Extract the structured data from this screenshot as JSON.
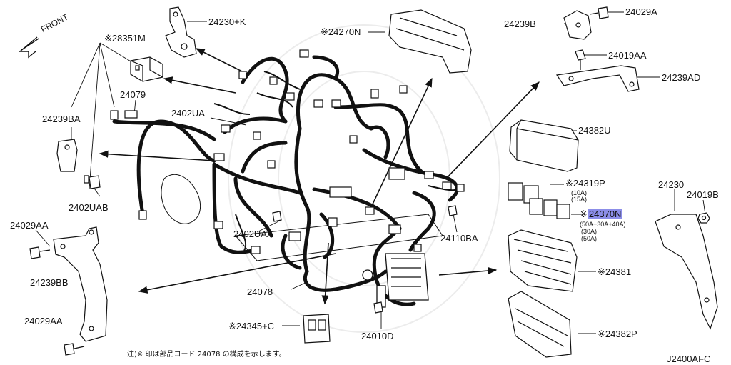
{
  "diagram": {
    "front_label": "FRONT",
    "note": "注)※ 印は部品コード 24078 の構成を示します。",
    "drawing_code": "J2400AFC",
    "labels": {
      "p24230K": "24230+K",
      "p28351M": "※28351M",
      "p24079": "24079",
      "p24239BA": "24239BA",
      "p2402UA": "2402UA",
      "p2402UAB": "2402UAB",
      "p24029AA_1": "24029AA",
      "p24239BB": "24239BB",
      "p24029AA_2": "24029AA",
      "p2402UAA": "2402UAA",
      "p24078": "24078",
      "p24345C": "※24345+C",
      "p24010D": "24010D",
      "p24270N": "※24270N",
      "p24239B": "24239B",
      "p24029A": "24029A",
      "p24019AA": "24019AA",
      "p24239AD": "24239AD",
      "p24382U": "24382U",
      "p24319P": "※24319P",
      "p24319P_a": "(10A)",
      "p24319P_b": "(15A)",
      "p24370N": "24370N",
      "p24370N_a": "(50A+30A+40A)",
      "p24370N_b": "(30A)",
      "p24370N_c": "(50A)",
      "p24110BA": "24110BA",
      "p24381": "※24381",
      "p24382P": "※24382P",
      "p24230": "24230",
      "p24019B": "24019B"
    }
  }
}
